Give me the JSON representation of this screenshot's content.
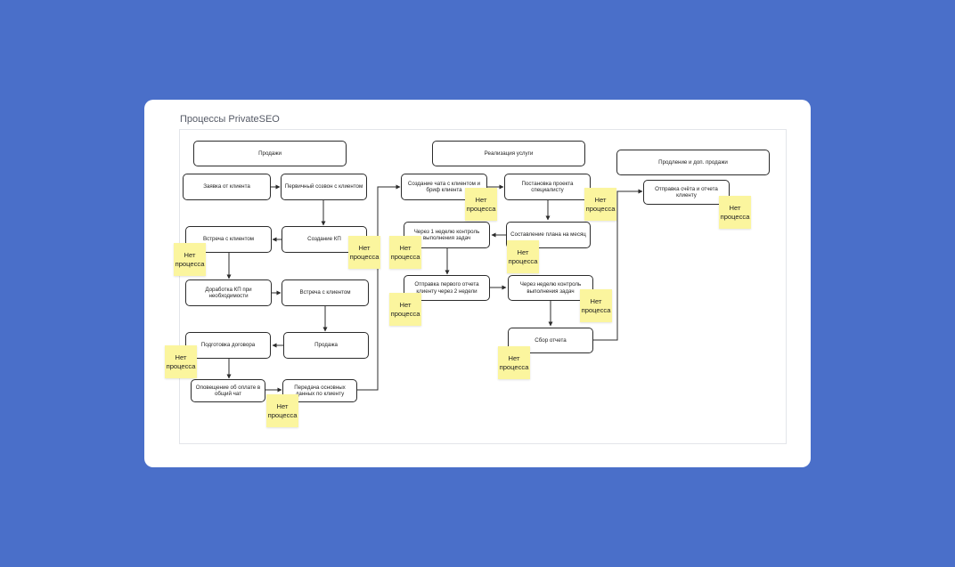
{
  "board": {
    "title": "Процессы PrivateSEO"
  },
  "nodes": {
    "sales_header": "Продажи",
    "service_header": "Реализация услуги",
    "renewal_header": "Продление и доп. продажи",
    "client_request": "Заявка от клиента",
    "first_call": "Первичный созвон с клиентом",
    "create_kp": "Создание КП",
    "client_meeting_1": "Встреча с клиентом",
    "kp_refine": "Доработка КП при необходимости",
    "client_meeting_2": "Встреча с клиентом",
    "sale": "Продажа",
    "contract_prep": "Подготовка договора",
    "payment_notice": "Оповещение об оплате в общий чат",
    "data_transfer": "Передача основных данных по клиенту",
    "chat_brief": "Создание чата с клиентом и бриф клиента",
    "specialist_task": "Постановка проекта специалисту",
    "week_control_1": "Через 1 неделю контроль выполнения задач",
    "month_plan": "Составление плана на месяц",
    "first_report": "Отправка первого отчета клиенту через 2 недели",
    "week_control_2": "Через неделю контроль выполнения задач",
    "collect_report": "Сбор отчета",
    "send_invoice": "Отправка счёта и отчета клиенту"
  },
  "sticky_text": "Нет процесса",
  "colors": {
    "background": "#4a6fc9",
    "card": "#ffffff",
    "sticky": "#fbf59e",
    "stroke": "#2b2b2b"
  }
}
